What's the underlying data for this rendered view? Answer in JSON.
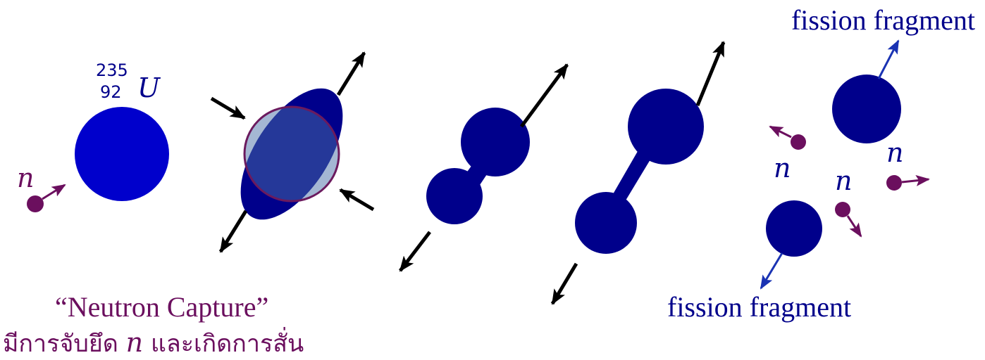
{
  "labels": {
    "nucleus_mass": "235",
    "nucleus_charge": "92",
    "nucleus_symbol": "U",
    "neutron_symbol": "n",
    "capture_title": "“Neutron Capture”",
    "capture_desc_thai": "มีการจับยึด",
    "capture_desc_n": "n",
    "capture_desc_thai_2": "และเกิดการสั่น",
    "fragment_top": "fission fragment",
    "fragment_bottom": "fission fragment"
  },
  "colors": {
    "nucleus": "#0000cc",
    "fragment": "#00008b",
    "neutron": "#6b0f5e",
    "arrow": "#000000",
    "fragment_arrow": "#1a33b3",
    "label_fragment": "#00008b",
    "label_capture": "#6b0f5e",
    "overlay_fill": "#4a6fa8",
    "overlay_stroke": "#6b1a5e"
  }
}
